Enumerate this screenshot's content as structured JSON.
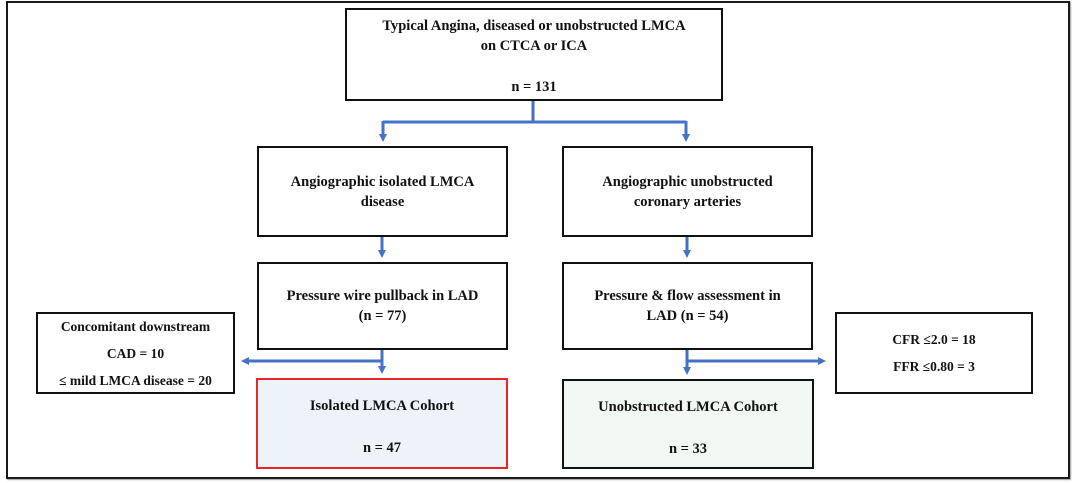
{
  "diagram": {
    "type": "flowchart",
    "connector_color": "#4472c4",
    "nodes": {
      "top": {
        "lines": [
          "Typical Angina, diseased or unobstructed LMCA",
          "on CTCA or ICA"
        ],
        "n": "n = 131"
      },
      "isolated_disease": {
        "lines": [
          "Angiographic isolated LMCA",
          "disease"
        ]
      },
      "unobstructed_arteries": {
        "lines": [
          "Angiographic unobstructed",
          "coronary arteries"
        ]
      },
      "pressure_wire": {
        "lines": [
          "Pressure wire pullback in LAD",
          "(n = 77)"
        ]
      },
      "pressure_flow": {
        "lines": [
          "Pressure & flow assessment in",
          "LAD (n = 54)"
        ]
      },
      "concomitant_excluded": {
        "lines": [
          "Concomitant downstream",
          "CAD = 10",
          "≤ mild LMCA disease = 20"
        ]
      },
      "cfr_ffr_excluded": {
        "lines": [
          "CFR ≤2.0 = 18",
          "FFR ≤0.80 = 3"
        ]
      },
      "isolated_cohort": {
        "title": "Isolated LMCA Cohort",
        "n": "n = 47",
        "border_color": "#e8262a",
        "fill_color": "#eef3fa"
      },
      "unobstructed_cohort": {
        "title": "Unobstructed LMCA Cohort",
        "n": "n = 33",
        "fill_color": "#f1f7f2"
      }
    },
    "edges": [
      {
        "from": "top",
        "to": "isolated_disease"
      },
      {
        "from": "top",
        "to": "unobstructed_arteries"
      },
      {
        "from": "isolated_disease",
        "to": "pressure_wire"
      },
      {
        "from": "unobstructed_arteries",
        "to": "pressure_flow"
      },
      {
        "from": "pressure_wire",
        "to": "concomitant_excluded"
      },
      {
        "from": "pressure_wire",
        "to": "isolated_cohort"
      },
      {
        "from": "pressure_flow",
        "to": "cfr_ffr_excluded"
      },
      {
        "from": "pressure_flow",
        "to": "unobstructed_cohort"
      }
    ]
  }
}
